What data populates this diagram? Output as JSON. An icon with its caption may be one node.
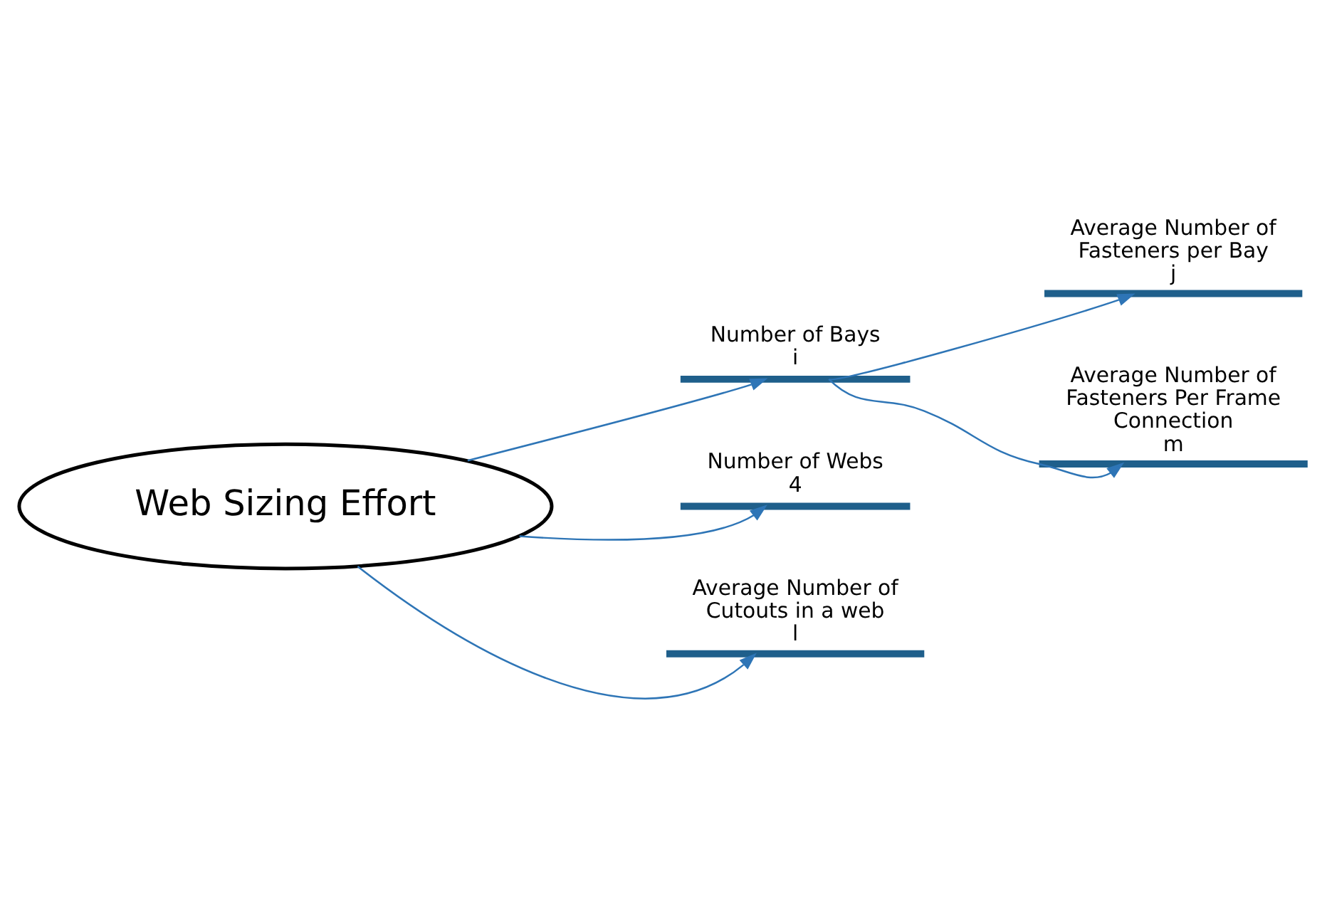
{
  "diagram": {
    "nodes": [
      {
        "text": [
          "Web Sizing Effort"
        ]
      },
      {
        "text": [
          "Number of Bays",
          "i"
        ]
      },
      {
        "text": [
          "Number of Webs",
          "4"
        ]
      },
      {
        "text": [
          "Average Number of Cutouts in a web",
          "l"
        ]
      },
      {
        "text": [
          "Average Number of Fasteners per Bay",
          "j"
        ]
      },
      {
        "text": [
          "Average Number of Fasteners Per Frame Connection",
          "m"
        ]
      }
    ],
    "edges": [
      {
        "from": 0,
        "to": 1,
        "arrow": "to"
      },
      {
        "from": 0,
        "to": 2,
        "arrow": "to"
      },
      {
        "from": 0,
        "to": 3,
        "arrow": "to"
      },
      {
        "from": 1,
        "to": 4,
        "arrow": "to"
      },
      {
        "from": 1,
        "to": 5,
        "arrow": "to"
      }
    ]
  }
}
